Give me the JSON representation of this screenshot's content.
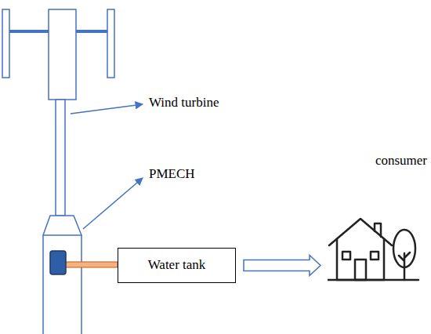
{
  "diagram": {
    "nodes": [
      {
        "text": [
          "Water tank"
        ]
      },
      {
        "text": [
          "consumer"
        ]
      }
    ],
    "edges": [
      {
        "from": 0,
        "to": 1,
        "arrow": "to"
      }
    ],
    "labels": [
      "Wind turbine",
      "PMECH"
    ]
  }
}
